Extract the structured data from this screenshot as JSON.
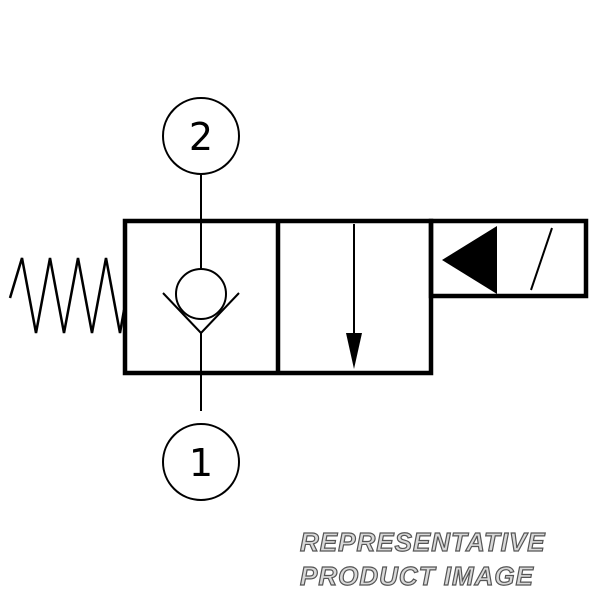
{
  "ports": {
    "top": "2",
    "bottom": "1"
  },
  "watermark": {
    "line1": "REPRESENTATIVE",
    "line2": "PRODUCT IMAGE"
  }
}
